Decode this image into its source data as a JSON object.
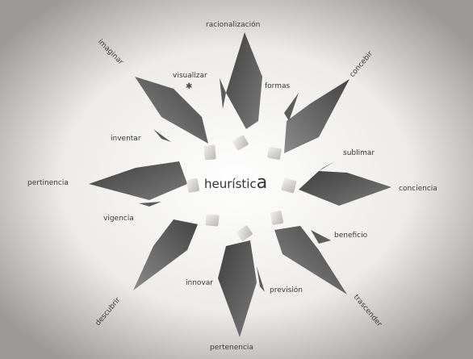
{
  "center": {
    "prefix": "heurístic",
    "suffix": "a"
  },
  "labels": {
    "racionalizacion": "racionalización",
    "formas": "formas",
    "visualizar": "visualizar",
    "imaginar": "imaginar",
    "inventar": "inventar",
    "concebir": "concebir",
    "sublimar": "sublimar",
    "conciencia": "conciencia",
    "pertinencia": "pertinencia",
    "vigencia": "vigencia",
    "beneficio": "beneficio",
    "innovar": "innovar",
    "prevision": "previsión",
    "descubrir": "descubrir",
    "trascender": "trascender",
    "pertenencia": "pertenencia"
  },
  "colors": {
    "background": "#f1f0ee",
    "blade": "#555555",
    "cube": "#d6d3cf",
    "text": "#3a3a3a"
  }
}
